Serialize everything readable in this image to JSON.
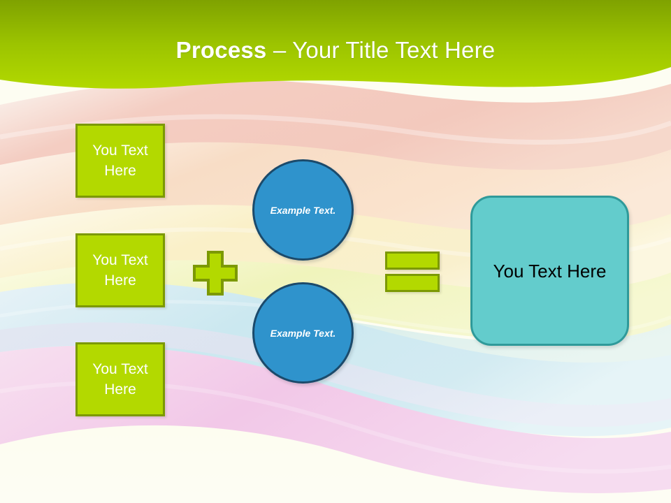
{
  "slide": {
    "title": {
      "bold_part": "Process",
      "regular_part": " – Your Title Text Here"
    }
  },
  "inputs": {
    "boxes": [
      {
        "label": "You Text Here"
      },
      {
        "label": "You Text Here"
      },
      {
        "label": "You Text Here"
      }
    ]
  },
  "operators": {
    "plus": "+",
    "equals": "="
  },
  "circles": [
    {
      "label": "Example Text."
    },
    {
      "label": "Example Text."
    }
  ],
  "result": {
    "label": "You Text Here"
  },
  "colors": {
    "header_top": "#82a800",
    "header_bottom": "#aed400",
    "green_fill": "#b3d900",
    "green_border": "#7c9904",
    "blue_fill": "#2f93cc",
    "blue_border": "#1b4a6b",
    "teal_fill": "#63cccc",
    "teal_border": "#2f9a9a",
    "title_text": "#ffffff",
    "box_text": "#ffffff",
    "result_text": "#000000",
    "background_base": "#fdfdf2"
  }
}
